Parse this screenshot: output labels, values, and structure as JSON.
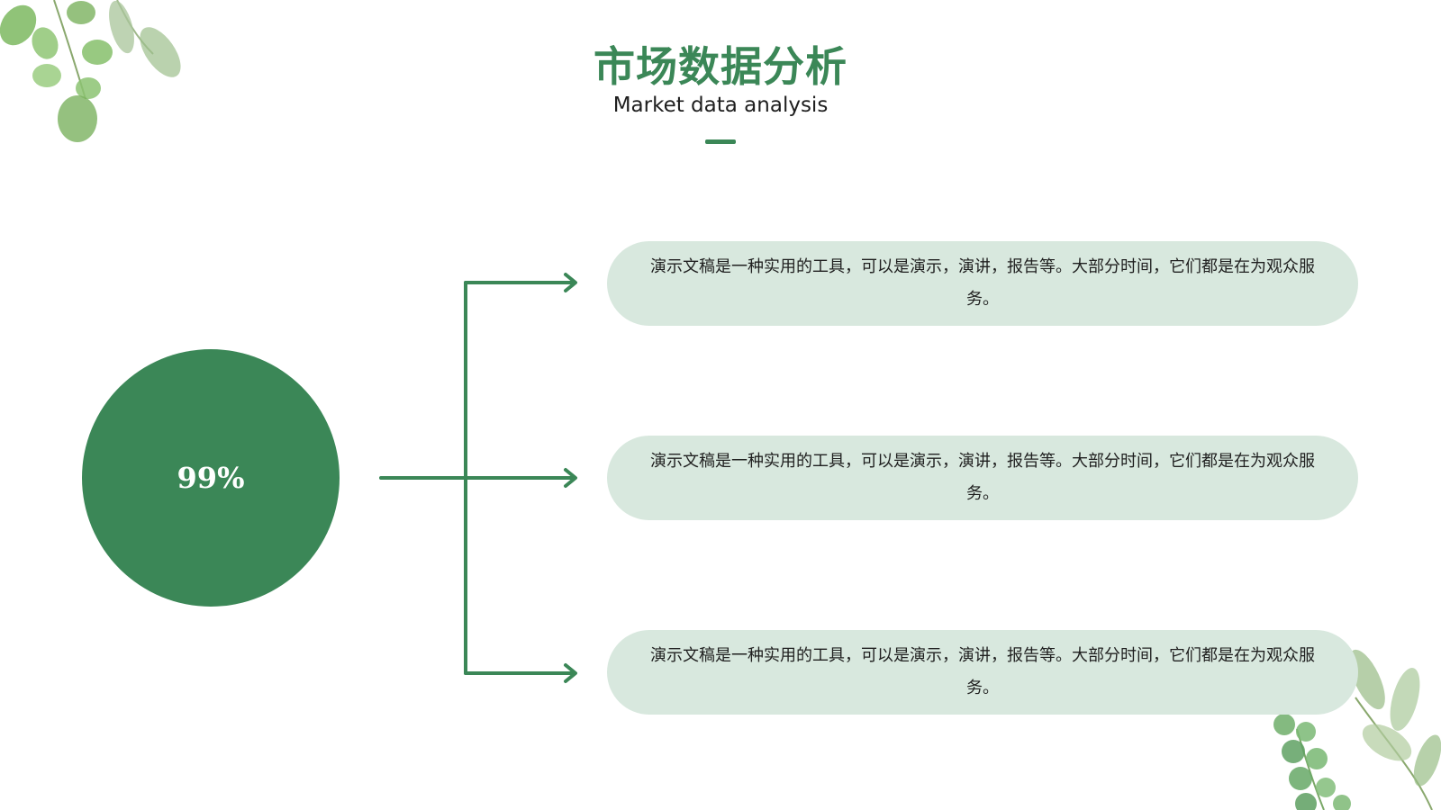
{
  "title": "市场数据分析",
  "subtitle": "Market data analysis",
  "accent_color": "#3b8757",
  "pill_color": "#d8e8de",
  "circle": {
    "value": "99%"
  },
  "items": [
    {
      "text": "演示文稿是一种实用的工具，可以是演示，演讲，报告等。大部分时间，它们都是在为观众服务。"
    },
    {
      "text": "演示文稿是一种实用的工具，可以是演示，演讲，报告等。大部分时间，它们都是在为观众服务。"
    },
    {
      "text": "演示文稿是一种实用的工具，可以是演示，演讲，报告等。大部分时间，它们都是在为观众服务。"
    }
  ]
}
